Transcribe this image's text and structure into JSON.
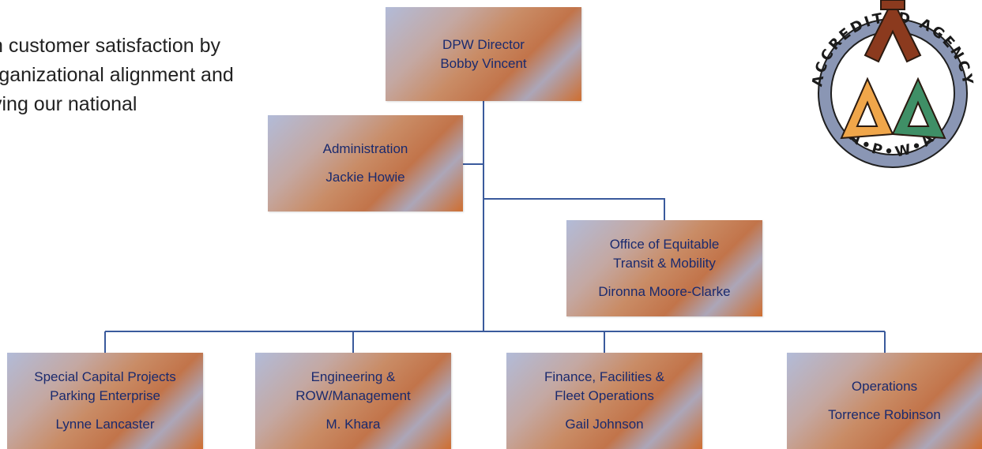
{
  "intro": {
    "lines": [
      "n customer satisfaction by",
      "rganizational alignment and",
      "ving our national"
    ]
  },
  "org": {
    "director": {
      "title": "DPW Director",
      "name": "Bobby Vincent"
    },
    "administration": {
      "title": "Administration",
      "name": "Jackie Howie"
    },
    "equitable": {
      "title_line1": "Office of Equitable",
      "title_line2": "Transit & Mobility",
      "name": "Dironna Moore-Clarke"
    },
    "special": {
      "title_line1": "Special Capital Projects",
      "title_line2": "Parking Enterprise",
      "name": "Lynne Lancaster"
    },
    "engineering": {
      "title_line1": "Engineering &",
      "title_line2": "ROW/Management",
      "name": "M. Khara"
    },
    "finance": {
      "title_line1": "Finance, Facilities &",
      "title_line2": "Fleet Operations",
      "name": "Gail Johnson"
    },
    "operations": {
      "title": "Operations",
      "name": "Torrence Robinson"
    }
  },
  "logo": {
    "top_text": "ACCREDITED AGENCY",
    "bottom_text": "A•P•W•A",
    "colors": {
      "top": "#8b3a1e",
      "left": "#f0a64a",
      "right": "#3f8f66",
      "ring": "#8a96b4"
    }
  },
  "colors": {
    "line": "#3a5a9c",
    "text": "#1a2a6e"
  }
}
